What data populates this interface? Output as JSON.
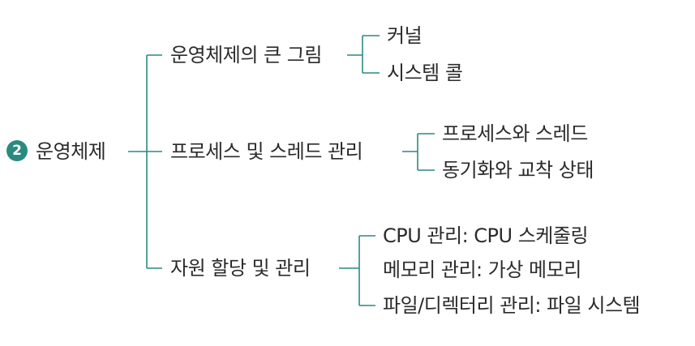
{
  "accent_color": "#2a8a80",
  "root": {
    "number": "2",
    "label": "운영체제"
  },
  "branches": [
    {
      "label": "운영체제의 큰 그림",
      "children": [
        "커널",
        "시스템 콜"
      ]
    },
    {
      "label": "프로세스 및 스레드 관리",
      "children": [
        "프로세스와 스레드",
        "동기화와 교착 상태"
      ]
    },
    {
      "label": "자원 할당 및 관리",
      "children": [
        "CPU 관리: CPU 스케줄링",
        "메모리 관리: 가상 메모리",
        "파일/디렉터리 관리: 파일 시스템"
      ]
    }
  ]
}
